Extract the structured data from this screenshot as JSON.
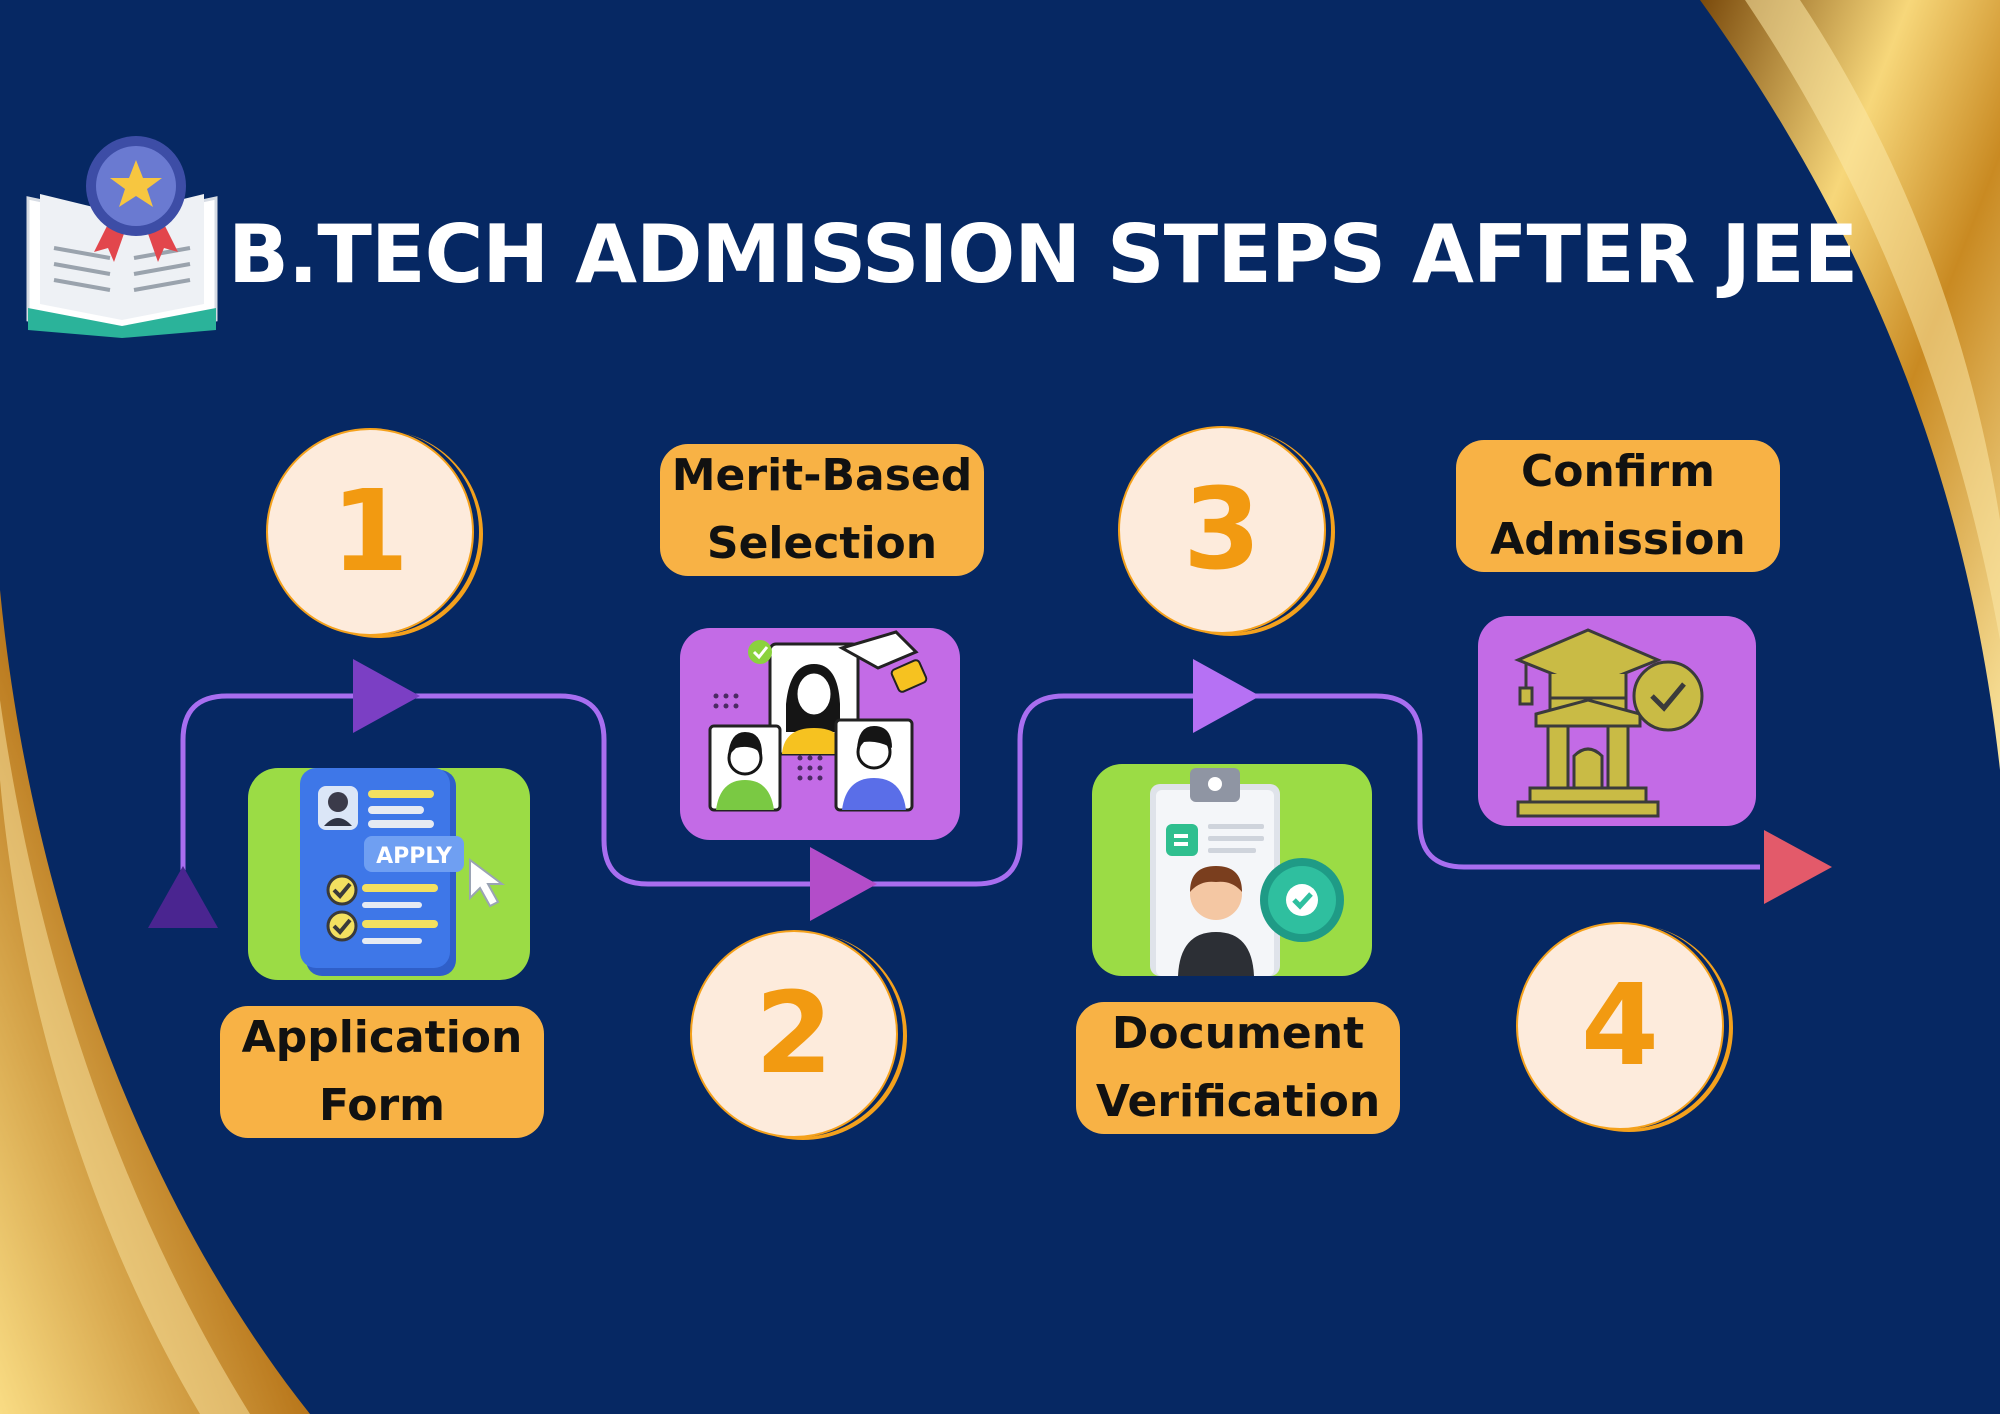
{
  "title": "B.TECH ADMISSION STEPS AFTER JEE",
  "colors": {
    "background": "#062863",
    "pill": "#f8b245",
    "number": "#f29a11",
    "circle_fill": "#fdebdc",
    "path_line": "#a86ef0",
    "green_card": "#9bdc45",
    "purple_card": "#c36be6",
    "gold": "#d4a431"
  },
  "steps": [
    {
      "number": "1",
      "label_line1": "Application",
      "label_line2": "Form",
      "icon": "application-form-icon"
    },
    {
      "number": "2",
      "label_line1": "Merit-Based",
      "label_line2": "Selection",
      "icon": "candidate-selection-icon"
    },
    {
      "number": "3",
      "label_line1": "Document",
      "label_line2": "Verification",
      "icon": "document-verification-icon"
    },
    {
      "number": "4",
      "label_line1": "Confirm",
      "label_line2": "Admission",
      "icon": "institution-graduation-icon"
    }
  ],
  "illustration_text": {
    "apply_button": "APPLY"
  }
}
